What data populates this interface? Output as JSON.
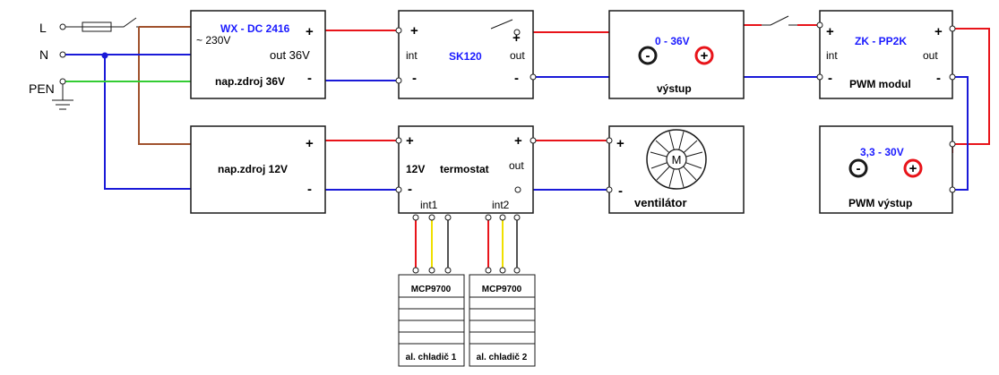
{
  "inputs": {
    "L": "L",
    "N": "N",
    "PEN": "PEN"
  },
  "psu36": {
    "title": "WX - DC 2416",
    "in": "~ 230V",
    "out": "out 36V",
    "name": "nap.zdroj  36V",
    "plus": "+",
    "minus": "-"
  },
  "psu12": {
    "name": "nap.zdroj  12V",
    "plus": "+",
    "minus": "-"
  },
  "sk120": {
    "name": "SK120",
    "in": "int",
    "out": "out",
    "plus_in": "+",
    "minus_in": "-",
    "plus_out": "+",
    "minus_out": "-"
  },
  "vystup": {
    "range": "0 - 36V",
    "name": "výstup",
    "neg": "-",
    "pos": "+"
  },
  "pwm": {
    "title": "ZK - PP2K",
    "in": "int",
    "out": "out",
    "name": "PWM modul",
    "plus_in": "+",
    "minus_in": "-",
    "plus_out": "+",
    "minus_out": "-"
  },
  "pwm_out": {
    "range": "3,3 - 30V",
    "name": "PWM výstup",
    "neg": "-",
    "pos": "+"
  },
  "termostat": {
    "v12": "12V",
    "name": "termostat",
    "out": "out",
    "int1": "int1",
    "int2": "int2",
    "plus_in": "+",
    "minus_in": "-",
    "plus_out": "+",
    "minus_out": "-"
  },
  "ventilator": {
    "name": "ventilátor",
    "motor": "M",
    "plus": "+",
    "minus": "-"
  },
  "sensor1": {
    "chip": "MCP9700",
    "label": "al. chladič 1"
  },
  "sensor2": {
    "chip": "MCP9700",
    "label": "al. chladič 2"
  },
  "colors": {
    "live": "#e8141a",
    "neutral": "#1a1ad8",
    "phase": "#a0522d",
    "earth": "#33cc33",
    "signal": "#f0e000",
    "accent_text": "#1a1aff"
  }
}
